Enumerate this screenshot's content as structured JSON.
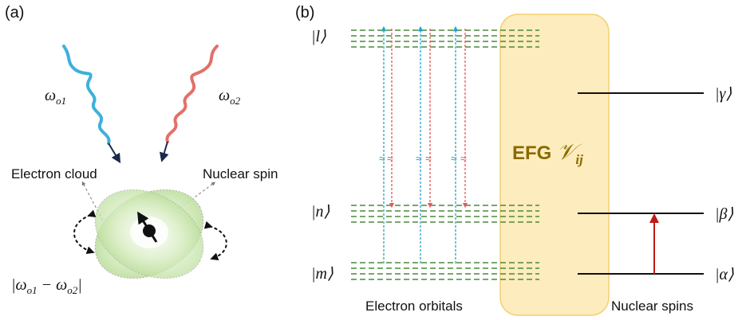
{
  "panel_a": {
    "label": "(a)",
    "omega_left": {
      "base": "ω",
      "sub": "o1"
    },
    "omega_right": {
      "base": "ω",
      "sub": "o2"
    },
    "electron_cloud_label": "Electron cloud",
    "nuclear_spin_label": "Nuclear spin",
    "difference": {
      "bar": "|",
      "w1": "ω",
      "s1": "o1",
      "minus": " − ",
      "w2": "ω",
      "s2": "o2"
    },
    "colors": {
      "left_wave": "#2aa7d6",
      "right_wave": "#e0605a",
      "cloud": "#cfe8b4"
    }
  },
  "panel_b": {
    "label": "(b)",
    "kets_left": {
      "l": "|l⟩",
      "n": "|n⟩",
      "m": "|m⟩"
    },
    "kets_right": {
      "gamma": "|γ⟩",
      "beta": "|β⟩",
      "alpha": "|α⟩"
    },
    "efg": {
      "prefix": "EFG ",
      "symbol": "𝒱",
      "sub": "ij"
    },
    "electron_orbitals_label": "Electron orbitals",
    "nuclear_spins_label": "Nuclear spins",
    "break_symbol": "≈",
    "colors": {
      "orbital_lines": "#4a8a3a",
      "up_arrow": "#27a3c9",
      "down_arrow": "#e05a5a",
      "efg_box": "#fde9b2",
      "efg_border": "#f2c85a",
      "efg_text": "#8a6a00",
      "nuclear_arrow": "#c01818"
    }
  }
}
